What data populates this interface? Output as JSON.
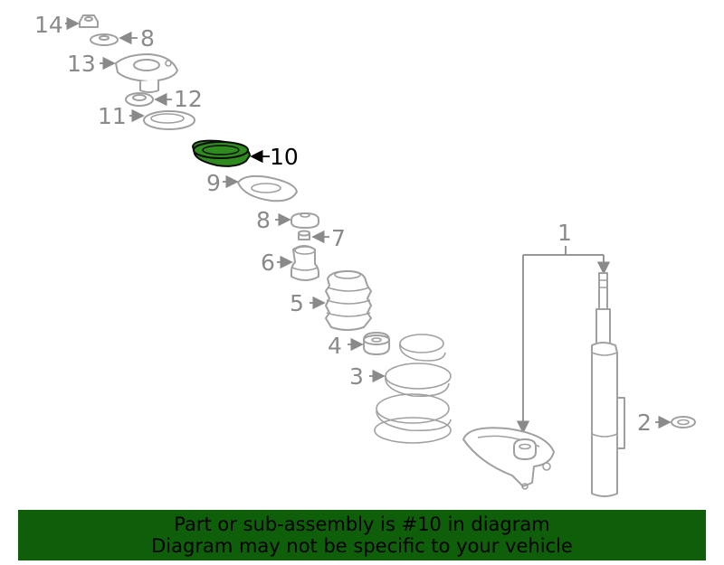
{
  "diagram": {
    "callouts": [
      {
        "id": "14",
        "label": "14"
      },
      {
        "id": "8a",
        "label": "8"
      },
      {
        "id": "13",
        "label": "13"
      },
      {
        "id": "12",
        "label": "12"
      },
      {
        "id": "11",
        "label": "11"
      },
      {
        "id": "10",
        "label": "10"
      },
      {
        "id": "9",
        "label": "9"
      },
      {
        "id": "8b",
        "label": "8"
      },
      {
        "id": "7",
        "label": "7"
      },
      {
        "id": "6",
        "label": "6"
      },
      {
        "id": "5",
        "label": "5"
      },
      {
        "id": "4",
        "label": "4"
      },
      {
        "id": "3",
        "label": "3"
      },
      {
        "id": "1",
        "label": "1"
      },
      {
        "id": "2",
        "label": "2"
      }
    ],
    "highlighted_part": "10",
    "colors": {
      "highlight_fill": "#2f8a1f",
      "part_stroke": "#a0a0a0",
      "banner_bg": "#0f5f0a"
    }
  },
  "banner": {
    "line1": "Part or sub-assembly is #10 in diagram",
    "line2": "Diagram may not be specific to your vehicle"
  }
}
